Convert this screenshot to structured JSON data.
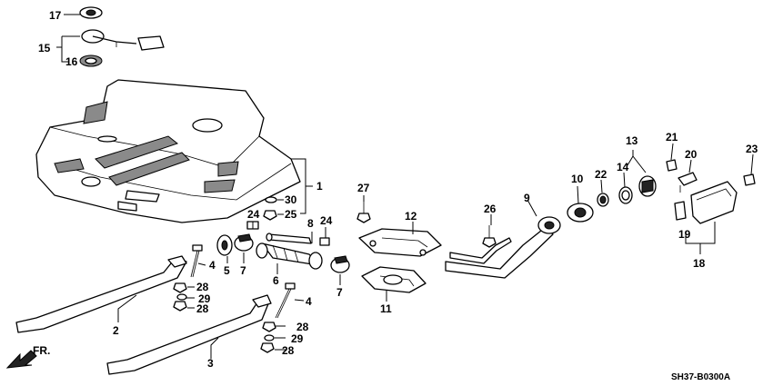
{
  "diagram_code": "SH37-B0300A",
  "direction_label": "FR.",
  "callouts": {
    "c1": "1",
    "c2": "2",
    "c3": "3",
    "c4a": "4",
    "c4b": "4",
    "c5": "5",
    "c6": "6",
    "c7a": "7",
    "c7b": "7",
    "c8": "8",
    "c9": "9",
    "c10": "10",
    "c11": "11",
    "c12": "12",
    "c13": "13",
    "c14": "14",
    "c15": "15",
    "c16": "16",
    "c17": "17",
    "c18": "18",
    "c19": "19",
    "c20": "20",
    "c21": "21",
    "c22": "22",
    "c23": "23",
    "c24a": "24",
    "c24b": "24",
    "c25": "25",
    "c26": "26",
    "c27": "27",
    "c28a": "28",
    "c28b": "28",
    "c28c": "28",
    "c28d": "28",
    "c29a": "29",
    "c29b": "29",
    "c30": "30"
  }
}
